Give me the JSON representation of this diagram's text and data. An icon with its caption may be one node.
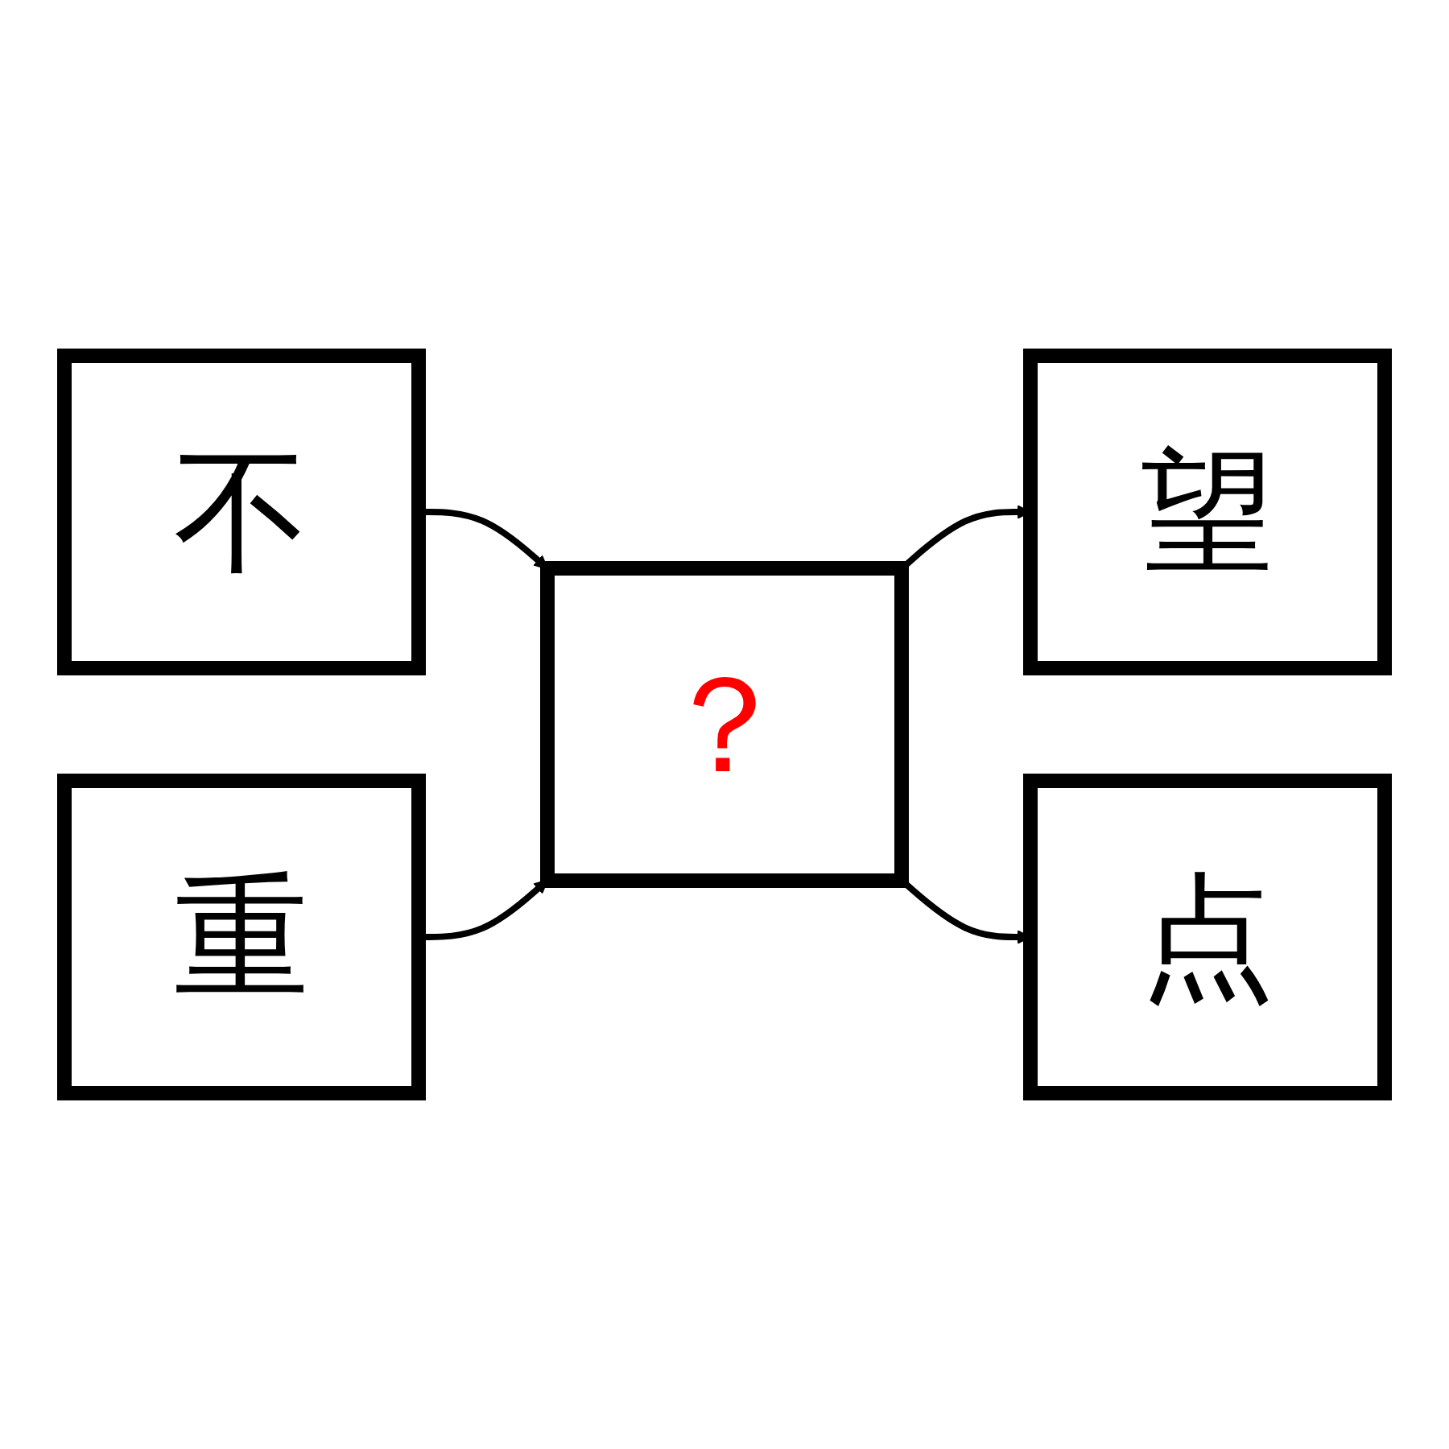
{
  "diagram": {
    "nodes": [
      {
        "text": [
          "不"
        ]
      },
      {
        "text": [
          "重"
        ]
      },
      {
        "text": [
          "？"
        ]
      },
      {
        "text": [
          "望"
        ]
      },
      {
        "text": [
          "点"
        ]
      }
    ],
    "edges": [
      {
        "from": 0,
        "to": 2,
        "arrow": "to"
      },
      {
        "from": 1,
        "to": 2,
        "arrow": "to"
      },
      {
        "from": 2,
        "to": 3,
        "arrow": "to"
      },
      {
        "from": 2,
        "to": 4,
        "arrow": "to"
      }
    ]
  }
}
